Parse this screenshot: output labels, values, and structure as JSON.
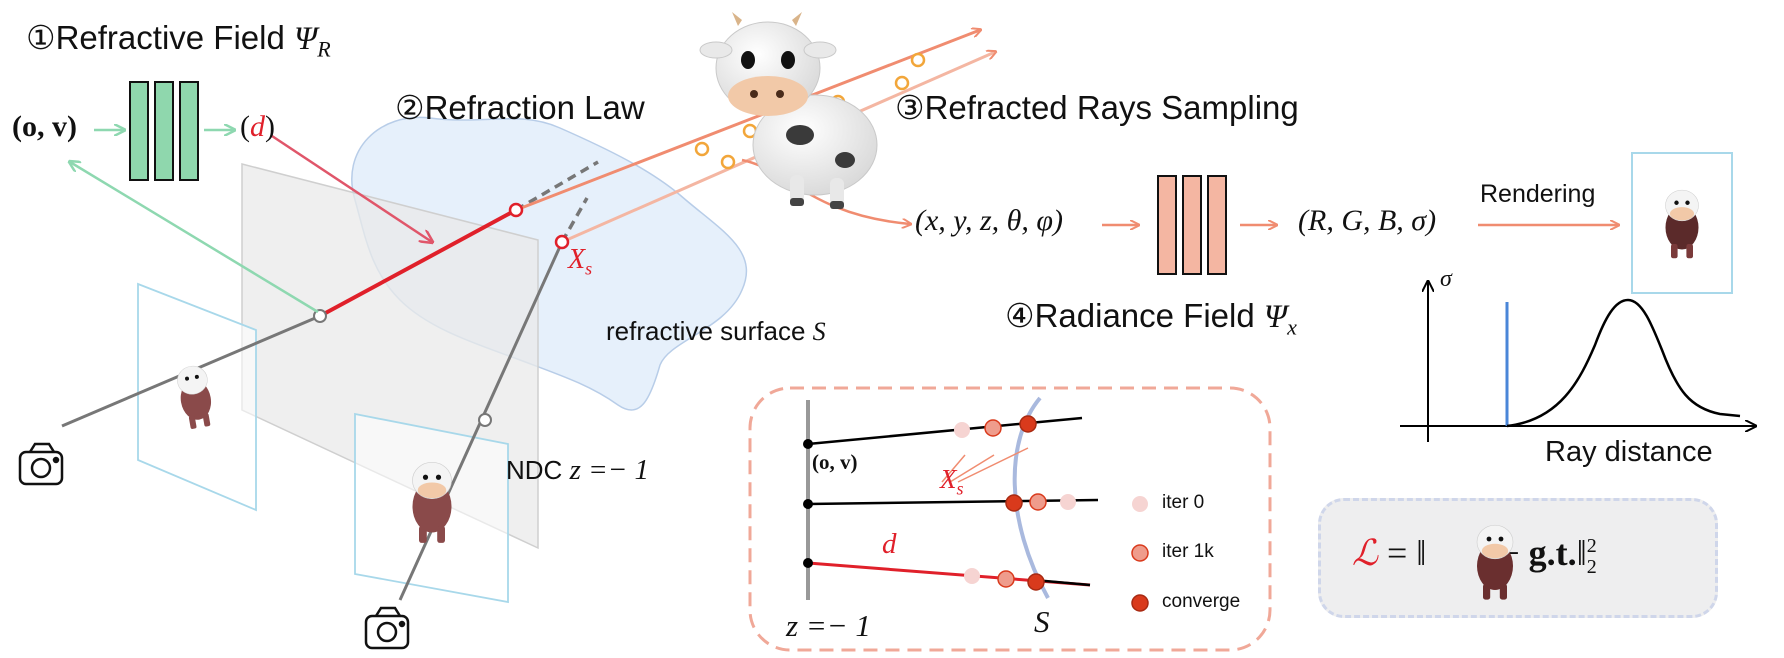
{
  "steps": {
    "step1": {
      "label": "①Refractive Field ",
      "sym": "Ψ",
      "sub": "R"
    },
    "step2": {
      "label": "②Refraction Law"
    },
    "step3": {
      "label": "③Refracted Rays Sampling"
    },
    "step4": {
      "label": "④Radiance Field ",
      "sym": "Ψ",
      "sub": "x"
    }
  },
  "mlp1": {
    "input": "(o, v)",
    "output_open": "(",
    "output_var": "d",
    "output_close": ")"
  },
  "mlp2": {
    "input": "(x, y, z, θ, φ)",
    "output": "(R, G, B, σ)"
  },
  "rendering_label": "Rendering",
  "surface_label": {
    "text": "refractive surface ",
    "sym": "S"
  },
  "ndc_label": {
    "text": "NDC ",
    "math": "z =− 1"
  },
  "xs_label": {
    "x": "X",
    "sub": "s"
  },
  "graph": {
    "ylabel": "σ",
    "xlabel": "Ray distance"
  },
  "inset": {
    "ov": "(o, v)",
    "xs": {
      "x": "X",
      "sub": "s"
    },
    "d": "d",
    "z": "z =− 1",
    "s": "S",
    "legend": [
      {
        "label": "iter 0",
        "color": "#f6d4d2"
      },
      {
        "label": "iter 1k",
        "color": "#ef9c8c"
      },
      {
        "label": "converge",
        "color": "#d93a1c"
      }
    ]
  },
  "loss": {
    "L": "ℒ",
    "eq": " =  ‖",
    "minus": " − ",
    "gt": "g.t.",
    "norm": "‖",
    "sup": "2",
    "sub": "2"
  },
  "colors": {
    "accent_red": "#e0202a",
    "salmon": "#f08c70",
    "green": "#8ed8b0",
    "mlp_green": "#8fd7ad",
    "mlp_salmon": "#f4b6a2",
    "light_blue": "#a8d8ea",
    "surface": "#e3eefa"
  }
}
